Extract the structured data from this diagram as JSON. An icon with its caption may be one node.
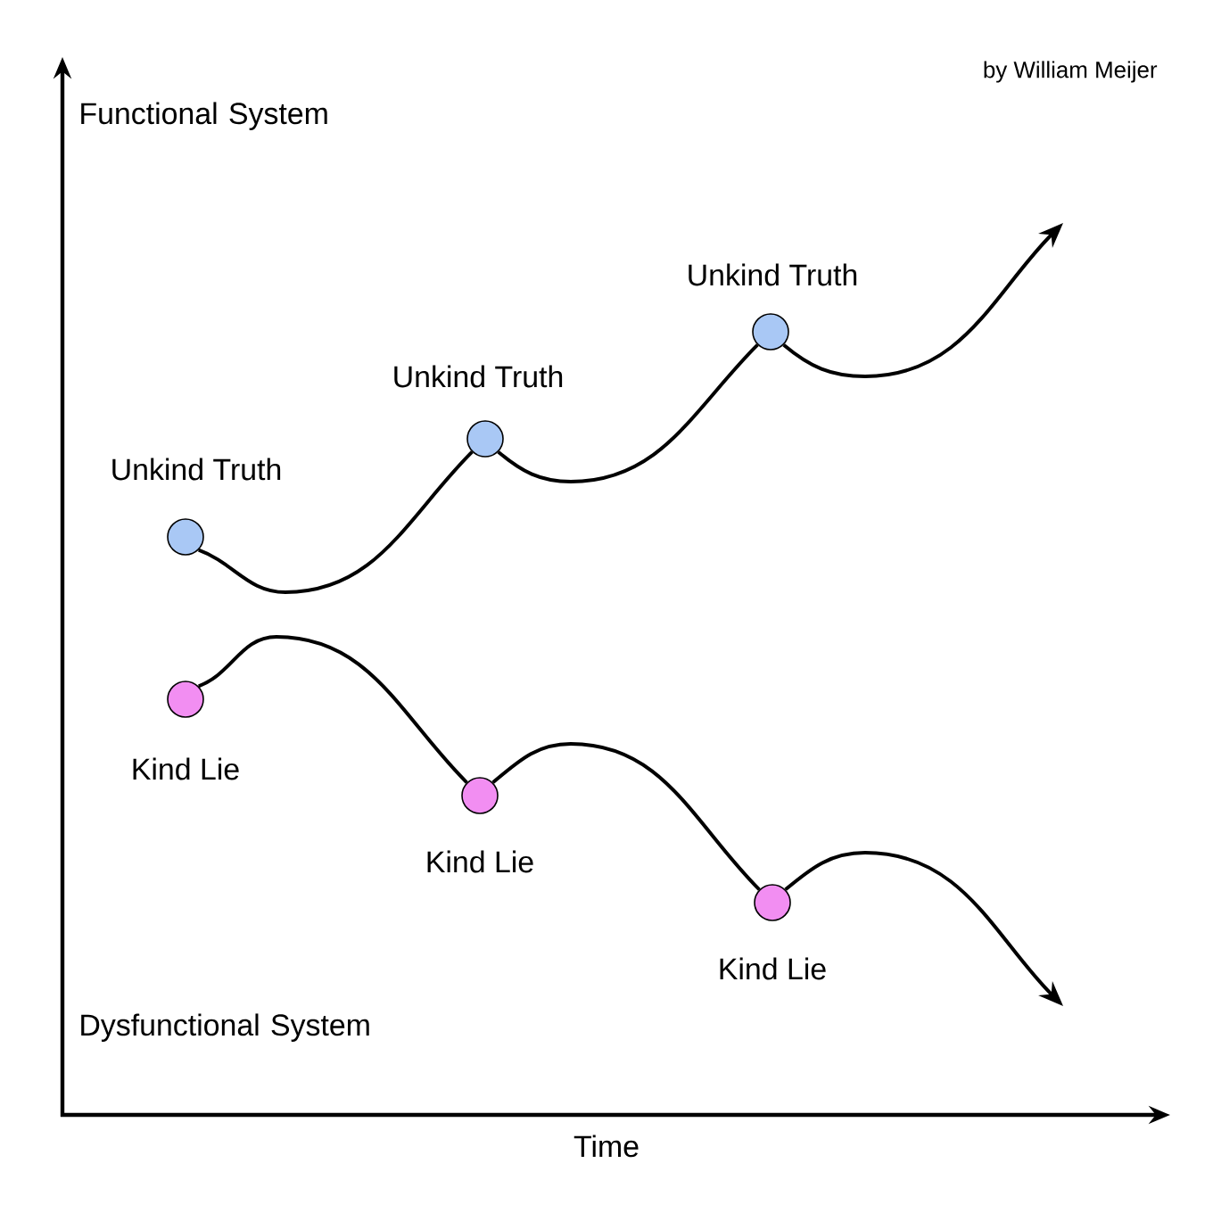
{
  "diagram": {
    "nodes": [
      {
        "text": [
          "Unkind Truth"
        ]
      },
      {
        "text": [
          "Unkind Truth"
        ]
      },
      {
        "text": [
          "Unkind Truth"
        ]
      },
      {
        "text": [
          "Kind Lie"
        ]
      },
      {
        "text": [
          "Kind Lie"
        ]
      },
      {
        "text": [
          "Kind Lie"
        ]
      }
    ],
    "edges": [
      {
        "from": 0,
        "to": 1,
        "arrow": "none"
      },
      {
        "from": 1,
        "to": 2,
        "arrow": "none"
      },
      {
        "from": 2,
        "to": null,
        "arrow": "to"
      },
      {
        "from": 3,
        "to": 4,
        "arrow": "none"
      },
      {
        "from": 4,
        "to": 5,
        "arrow": "none"
      },
      {
        "from": 5,
        "to": null,
        "arrow": "to"
      }
    ],
    "labels": [
      "by William Meijer",
      "Functional System",
      "Dysfunctional System",
      "Time"
    ]
  }
}
